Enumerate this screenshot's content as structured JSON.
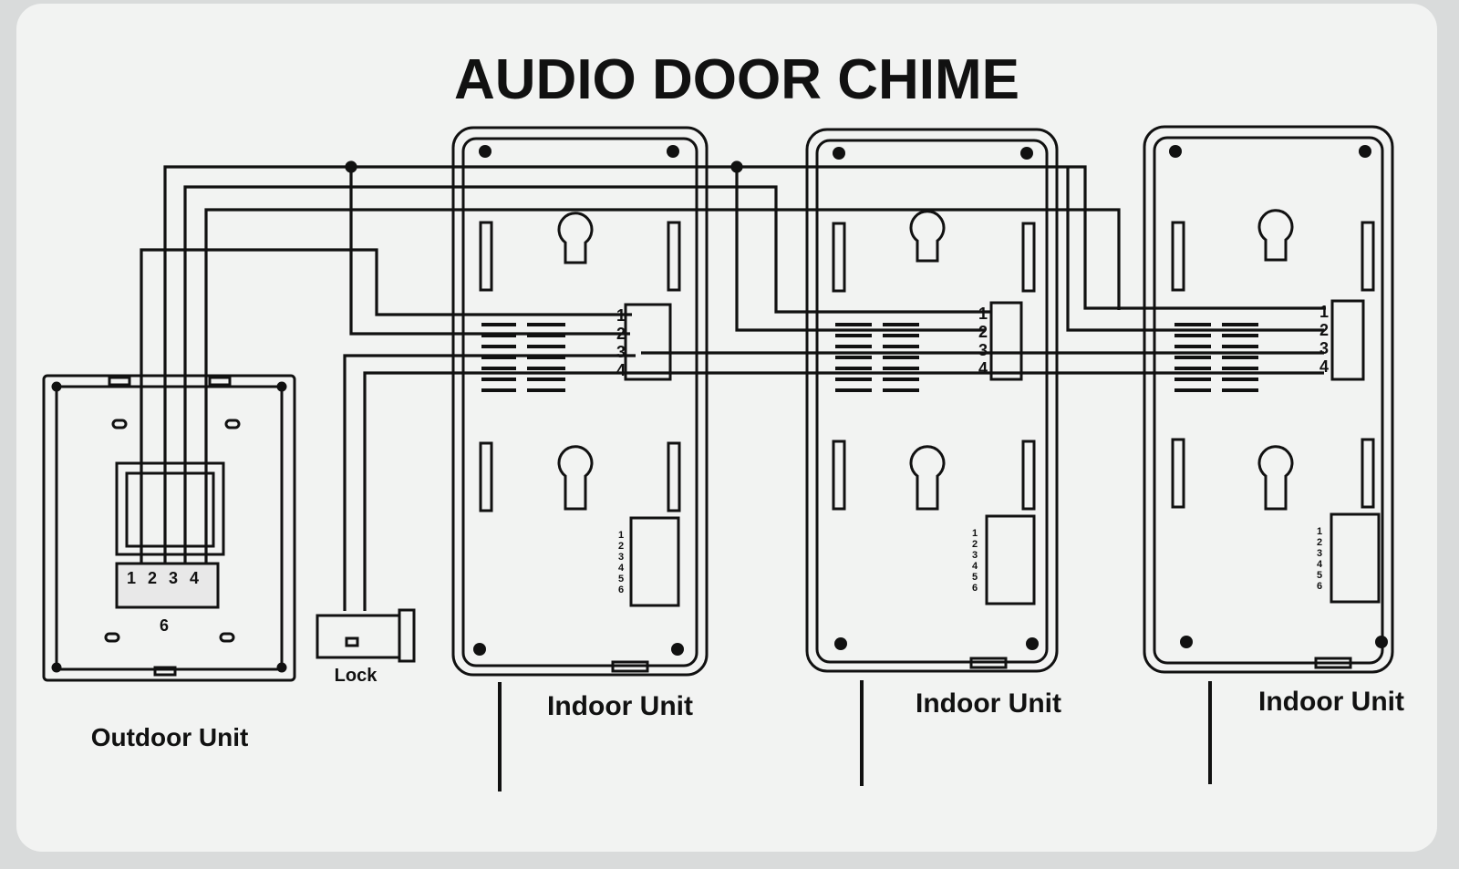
{
  "diagram": {
    "title": "AUDIO DOOR CHIME",
    "outdoor_unit": {
      "label": "Outdoor Unit",
      "terminals": [
        "1",
        "2",
        "3",
        "4"
      ],
      "extra_digit": "6"
    },
    "lock": {
      "label": "Lock"
    },
    "indoor_units": [
      {
        "label": "Indoor Unit",
        "terminals": [
          "1",
          "2",
          "3",
          "4"
        ],
        "dip_numbers": [
          "1",
          "2",
          "3",
          "4",
          "5",
          "6"
        ]
      },
      {
        "label": "Indoor Unit",
        "terminals": [
          "1",
          "2",
          "3",
          "4"
        ],
        "dip_numbers": [
          "1",
          "2",
          "3",
          "4",
          "5",
          "6"
        ]
      },
      {
        "label": "Indoor Unit",
        "terminals": [
          "1",
          "2",
          "3",
          "4"
        ],
        "dip_numbers": [
          "1",
          "2",
          "3",
          "4",
          "5",
          "6"
        ]
      }
    ]
  },
  "colors": {
    "card": "#f2f3f2",
    "background": "#d9dbdb",
    "line": "#111111"
  }
}
